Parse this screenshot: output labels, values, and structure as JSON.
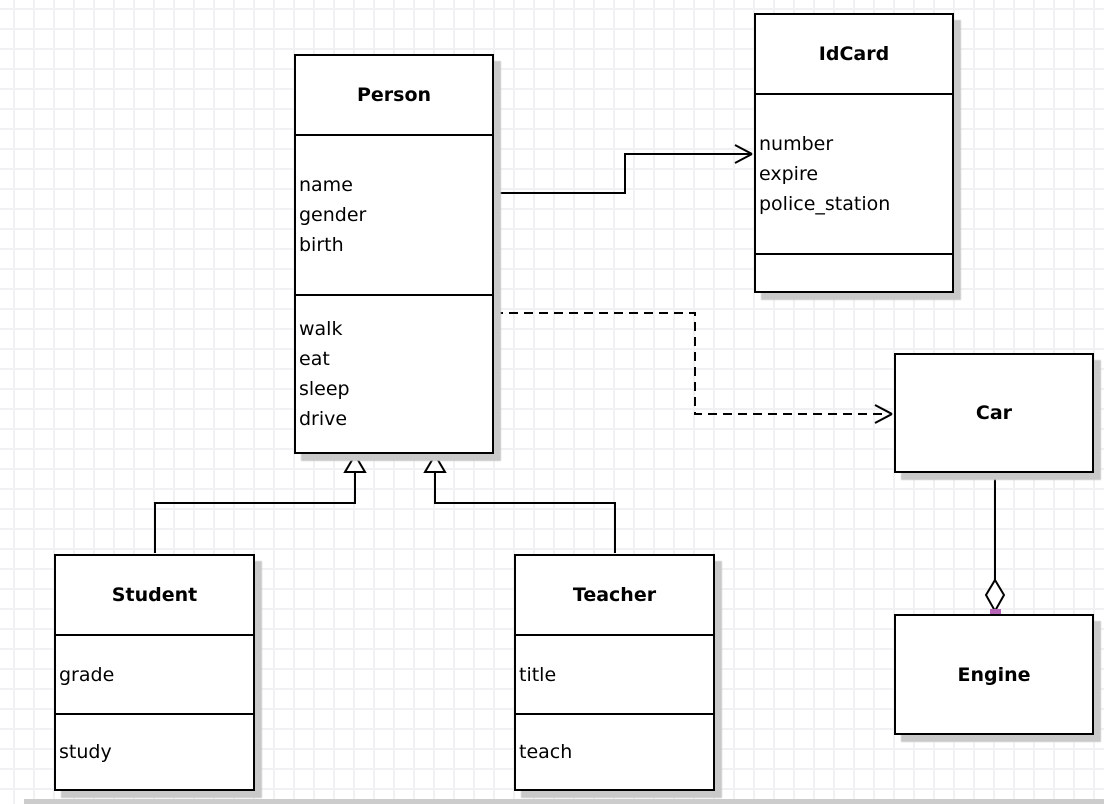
{
  "diagram": {
    "type": "uml-class-diagram",
    "classes": {
      "person": {
        "name": "Person",
        "attributes": [
          "name",
          "gender",
          "birth"
        ],
        "methods": [
          "walk",
          "eat",
          "sleep",
          "drive"
        ]
      },
      "idcard": {
        "name": "IdCard",
        "attributes": [
          "number",
          "expire",
          "police_station"
        ],
        "methods": []
      },
      "car": {
        "name": "Car",
        "attributes": [],
        "methods": []
      },
      "engine": {
        "name": "Engine",
        "attributes": [],
        "methods": []
      },
      "student": {
        "name": "Student",
        "attributes": [
          "grade"
        ],
        "methods": [
          "study"
        ]
      },
      "teacher": {
        "name": "Teacher",
        "attributes": [
          "title"
        ],
        "methods": [
          "teach"
        ]
      }
    },
    "relationships": [
      {
        "from": "Person",
        "to": "IdCard",
        "type": "association",
        "line": "solid",
        "arrow": "open-arrow"
      },
      {
        "from": "Person",
        "to": "Car",
        "type": "dependency",
        "line": "dashed",
        "arrow": "open-arrow"
      },
      {
        "from": "Student",
        "to": "Person",
        "type": "generalization",
        "line": "solid",
        "arrow": "hollow-triangle"
      },
      {
        "from": "Teacher",
        "to": "Person",
        "type": "generalization",
        "line": "solid",
        "arrow": "hollow-triangle"
      },
      {
        "from": "Car",
        "to": "Engine",
        "type": "aggregation",
        "line": "solid",
        "arrow": "hollow-diamond",
        "endpoint_handles": "purple-squares"
      }
    ],
    "colors": {
      "line": "#000000",
      "box_fill": "#ffffff",
      "box_shadow": "#c9c9c9",
      "grid_line": "#f1f1f3",
      "connection_handle": "#b665b6",
      "text": "#000000"
    }
  }
}
